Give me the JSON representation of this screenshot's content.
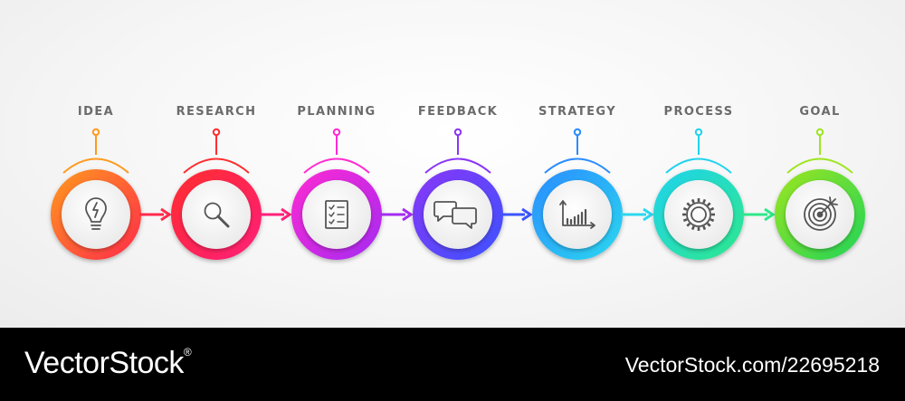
{
  "steps": [
    {
      "label": "IDEA",
      "icon": "lightbulb-icon",
      "color_start": "#ff9a1f",
      "color_end": "#ff2a4a"
    },
    {
      "label": "RESEARCH",
      "icon": "magnifier-icon",
      "color_start": "#ff2d2d",
      "color_end": "#ff1f7a"
    },
    {
      "label": "PLANNING",
      "icon": "checklist-icon",
      "color_start": "#ff2bd2",
      "color_end": "#a42cf2"
    },
    {
      "label": "FEEDBACK",
      "icon": "chat-bubbles-icon",
      "color_start": "#8a35f7",
      "color_end": "#3b54ff"
    },
    {
      "label": "STRATEGY",
      "icon": "bar-chart-icon",
      "color_start": "#2a8cff",
      "color_end": "#2bd8ef"
    },
    {
      "label": "PROCESS",
      "icon": "gear-icon",
      "color_start": "#20d3ee",
      "color_end": "#2ee88a"
    },
    {
      "label": "GOAL",
      "icon": "target-icon",
      "color_start": "#9ee51f",
      "color_end": "#1ed45a"
    }
  ],
  "footer": {
    "brand": "VectorStock",
    "brand_mark": "®",
    "stock_id": "VectorStock.com/22695218"
  }
}
